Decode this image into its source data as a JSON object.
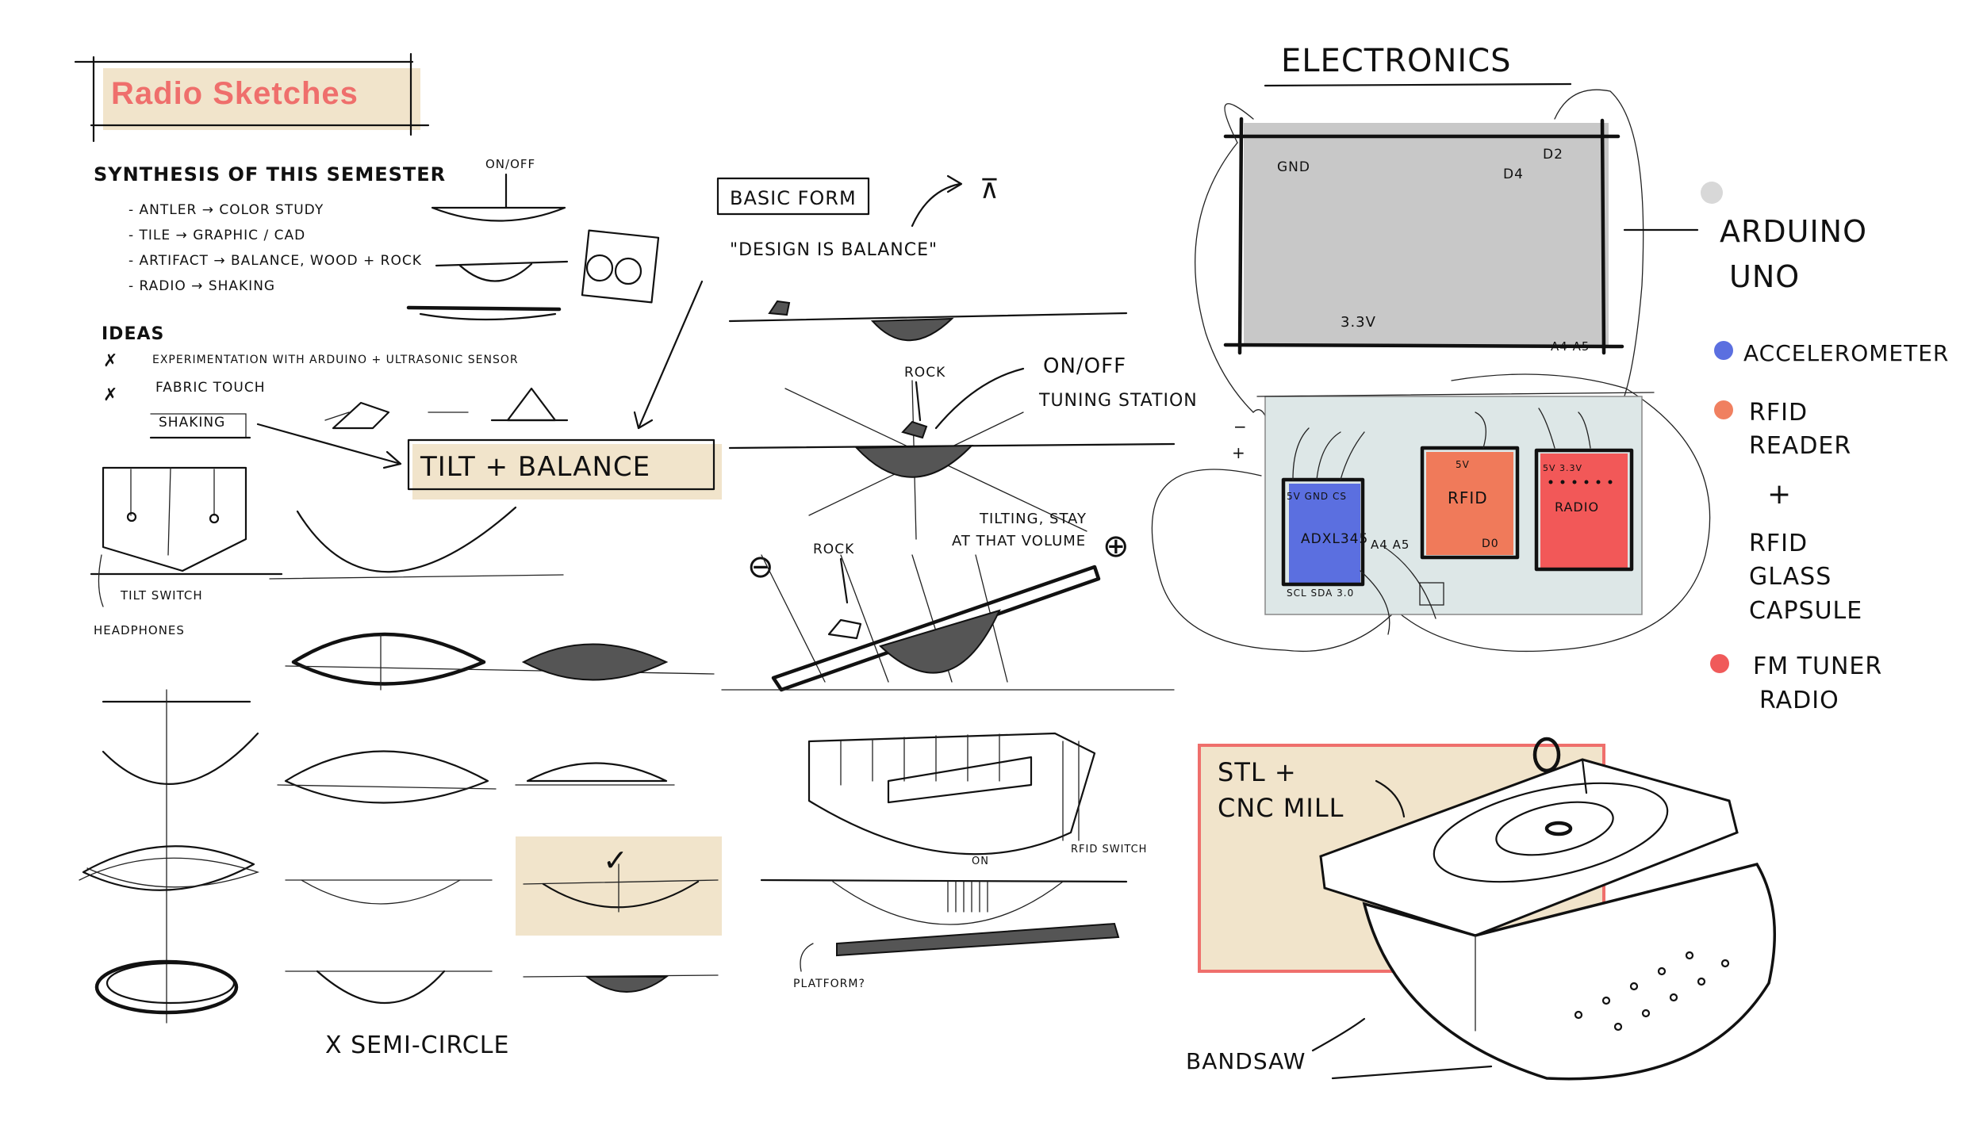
{
  "title": "Radio Sketches",
  "colors": {
    "title": "#ef6f6c",
    "beige": "#f1e4cb",
    "gray_dot": "#d8d8d8",
    "accelerometer": "#5b6fe0",
    "rfid": "#f08060",
    "fm_radio": "#f05a5a",
    "rfid_block": "#f07a5a",
    "radio_block": "#f25858",
    "board_gray": "#c8c8c8"
  },
  "notes": {
    "synthesis_heading": "SYNTHESIS OF THIS SEMESTER",
    "synthesis_items": [
      "- ANTLER → COLOR STUDY",
      "- TILE → GRAPHIC / CAD",
      "- ARTIFACT → BALANCE, WOOD + ROCK",
      "- RADIO → SHAKING"
    ],
    "on_off_small": "ON/OFF",
    "ideas_heading": "IDEAS",
    "ideas_items": [
      "EXPERIMENTATION WITH ARDUINO + ULTRASONIC SENSOR",
      "FABRIC TOUCH",
      "SHAKING"
    ],
    "tilt_switch": "TILT SWITCH",
    "headphones": "HEADPHONES",
    "tilt_balance": "TILT + BALANCE",
    "semi_circle": "X SEMI-CIRCLE",
    "check": "✓"
  },
  "basic_form": {
    "label": "BASIC FORM",
    "quote": "\"DESIGN IS BALANCE\"",
    "rock": "ROCK",
    "on_off": "ON/OFF",
    "tuning_station": "TUNING STATION",
    "tilting": "TILTING, STAY",
    "at_volume": "AT THAT VOLUME",
    "rock2": "ROCK",
    "minus": "⊖",
    "plus": "⊕",
    "rfid_switch": "RFID SWITCH",
    "on": "ON",
    "platform": "PLATFORM?"
  },
  "electronics": {
    "heading": "ELECTRONICS",
    "gnd": "GND",
    "pin_d4": "D4",
    "pin_d2": "D2",
    "v33": "3.3V",
    "a4a5": "A4 A5",
    "accel_pins_top": "5V GND CS",
    "accel_label": "ADXL345",
    "accel_pins_bottom": "SCL SDA 3.0",
    "a4_a5": "A4 A5",
    "rfid_top": "5V",
    "rfid_label": "RFID",
    "rfid_d0": "D0",
    "radio_top": "5V 3.3V",
    "radio_label": "RADIO",
    "legend": [
      {
        "label": "ARDUINO UNO"
      },
      {
        "label": "ACCELEROMETER"
      },
      {
        "label": "RFID READER + RFID GLASS CAPSULE"
      },
      {
        "label": "FM TUNER RADIO"
      }
    ],
    "legend_lines": {
      "arduino": [
        "ARDUINO",
        "UNO"
      ],
      "accel": [
        "ACCELEROMETER"
      ],
      "rfid": [
        "RFID",
        "READER",
        "+",
        "RFID",
        "GLASS",
        "CAPSULE"
      ],
      "fm": [
        "FM TUNER",
        "RADIO"
      ]
    }
  },
  "fabrication": {
    "stl": "STL +",
    "cnc": "CNC MILL",
    "bandsaw": "BANDSAW"
  }
}
